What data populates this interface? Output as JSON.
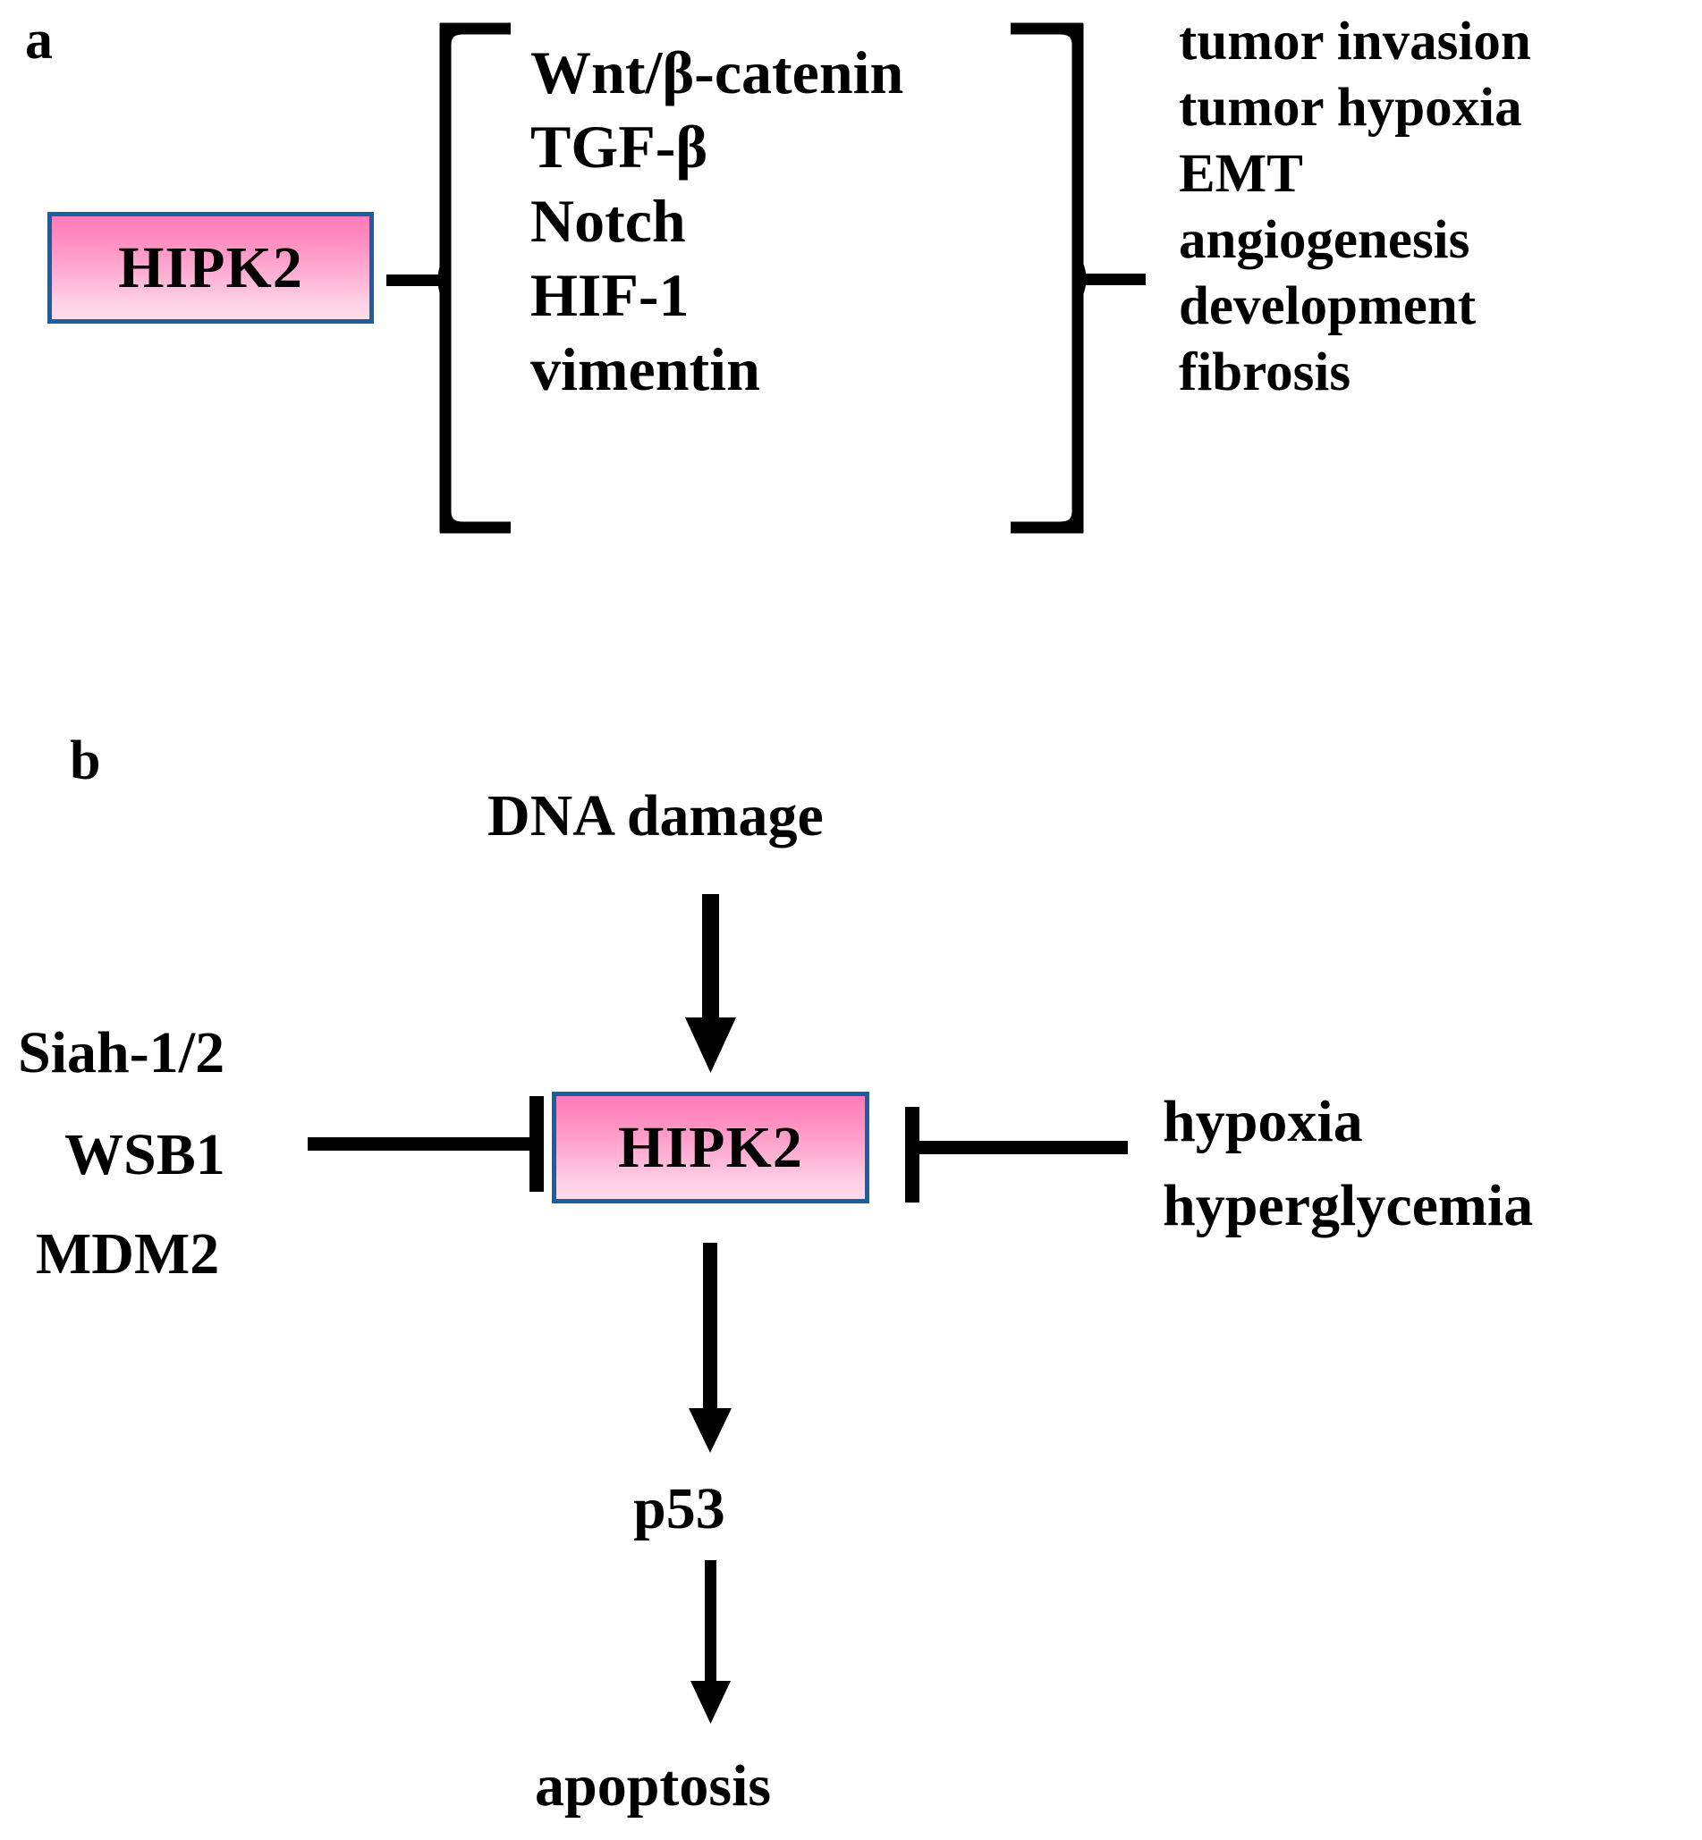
{
  "figure": {
    "type": "diagram",
    "subtype": "biological-signaling-pathway",
    "background": "#ffffff",
    "node_fill_top": "#ff7cb8",
    "node_fill_bottom": "#ffdcec",
    "node_border": "#1b5fa3",
    "line_color": "#000000"
  },
  "panel_a": {
    "letter": "a",
    "node": {
      "label": "HIPK2"
    },
    "pathways_title": "",
    "pathways": [
      "Wnt/β-catenin",
      "TGF-β",
      "Notch",
      "HIF-1",
      "vimentin"
    ],
    "outcomes": [
      "tumor invasion",
      "tumor hypoxia",
      "EMT",
      "angiogenesis",
      "development",
      "fibrosis"
    ],
    "connector_left": "bracket-open",
    "connector_right": "brace-close"
  },
  "panel_b": {
    "letter": "b",
    "node": {
      "label": "HIPK2"
    },
    "upstream_stimulus": "DNA damage",
    "left_inhibitors": [
      "Siah-1/2",
      "WSB1",
      "MDM2"
    ],
    "right_inhibitors": [
      "hypoxia",
      "hyperglycemia"
    ],
    "downstream": [
      "p53",
      "apoptosis"
    ],
    "edges": [
      {
        "from": "DNA damage",
        "to": "HIPK2",
        "kind": "activating-arrow",
        "direction": "down"
      },
      {
        "from": "Siah-1/2 / WSB1 / MDM2",
        "to": "HIPK2",
        "kind": "inhibitory-tbar",
        "direction": "right"
      },
      {
        "from": "hypoxia / hyperglycemia",
        "to": "HIPK2",
        "kind": "inhibitory-tbar",
        "direction": "left"
      },
      {
        "from": "HIPK2",
        "to": "p53",
        "kind": "activating-arrow",
        "direction": "down"
      },
      {
        "from": "p53",
        "to": "apoptosis",
        "kind": "activating-arrow",
        "direction": "down"
      }
    ]
  }
}
